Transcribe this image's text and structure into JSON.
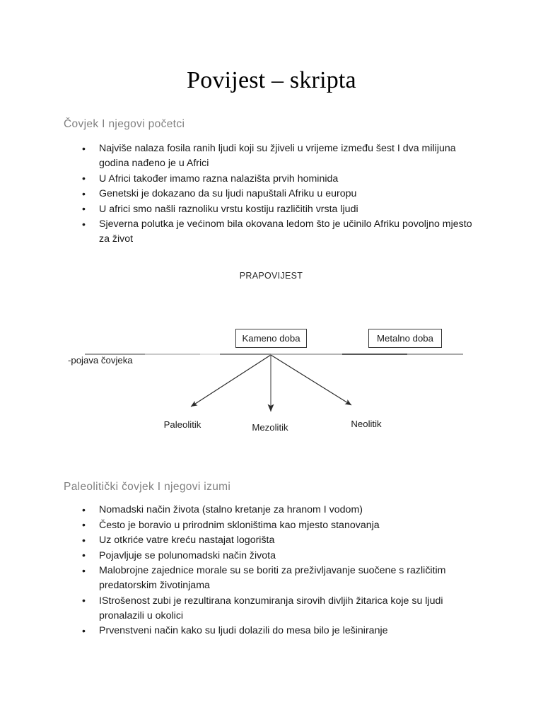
{
  "document": {
    "title": "Povijest – skripta"
  },
  "sections": [
    {
      "heading": "Čovjek I njegovi početci",
      "bullets": [
        "Najviše nalaza fosila ranih ljudi koji su žjiveli u vrijeme između šest I dva milijuna godina nađeno je u Africi",
        "U Africi također imamo razna nalazišta prvih hominida",
        "Genetski je dokazano da su ljudi napuštali Afriku u europu",
        "U africi smo našli raznoliku vrstu kostiju različitih vrsta ljudi",
        "Sjeverna polutka je većinom bila okovana ledom što je učinilo Afriku povoljno mjesto za život"
      ]
    },
    {
      "heading": "Paleolitički čovjek I njegovi izumi",
      "bullets": [
        "Nomadski način života (stalno kretanje za hranom I vodom)",
        "Često je boravio u prirodnim skloništima kao mjesto stanovanja",
        "Uz otkriće vatre kreću nastajat logorišta",
        "Pojavljuje se polunomadski način života",
        "Malobrojne zajednice morale su se boriti za preživljavanje suočene s različitim predatorskim životinjama",
        "IStrošenost zubi je rezultirana konzumiranja sirovih divljih žitarica koje su ljudi pronalazili u okolici",
        "Prvenstveni način kako su ljudi dolazili do mesa bilo je lešiniranje"
      ]
    }
  ],
  "diagram": {
    "title": "PRAPOVIJEST",
    "timeline_note": "-pojava čovjeka",
    "eras": [
      {
        "label": "Kameno doba"
      },
      {
        "label": "Metalno doba"
      }
    ],
    "periods": [
      {
        "label": "Paleolitik"
      },
      {
        "label": "Mezolitik"
      },
      {
        "label": "Neolitik"
      }
    ],
    "colors": {
      "line": "#9a9a9a",
      "line_dark": "#5a5a5a",
      "box_border": "#3a3a3a",
      "arrow": "#2b2b2b"
    }
  },
  "colors": {
    "heading": "#808080",
    "body_text": "#1a1a1a",
    "background": "#ffffff"
  }
}
